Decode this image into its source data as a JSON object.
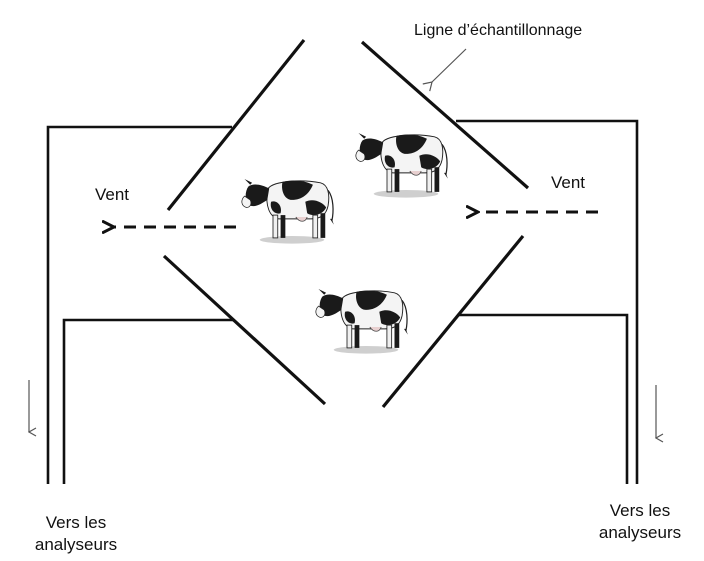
{
  "labels": {
    "sampling_line": "Ligne d’échantillonnage",
    "wind_left": "Vent",
    "wind_right": "Vent",
    "to_analyzers_left_line1": "Vers les",
    "to_analyzers_left_line2": "analyseurs",
    "to_analyzers_right_line1": "Vers les",
    "to_analyzers_right_line2": "analyseurs"
  },
  "animals": [
    {
      "name": "cow"
    },
    {
      "name": "cow"
    },
    {
      "name": "cow"
    }
  ],
  "colors": {
    "line": "#111111",
    "cow_black": "#1a1a1a",
    "cow_white": "#f4f4f4"
  }
}
